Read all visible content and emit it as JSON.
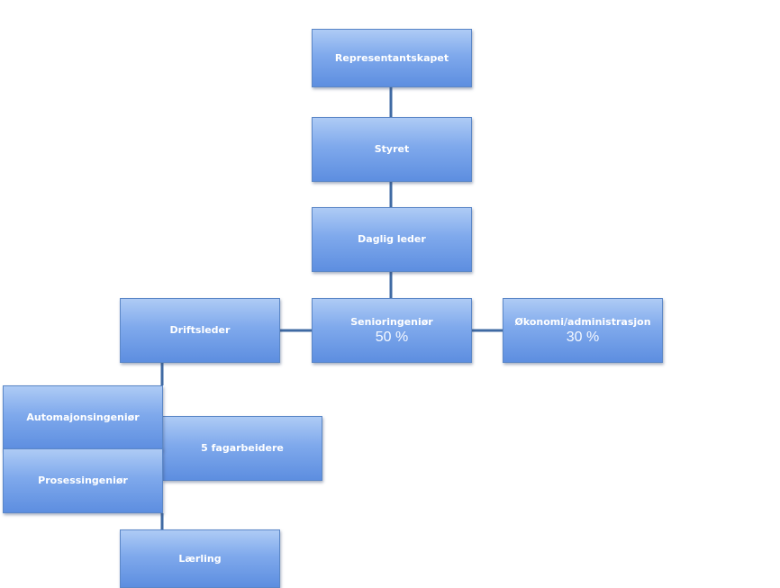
{
  "org_chart": {
    "nodes": {
      "representantskapet": {
        "label": "Representantskapet"
      },
      "styret": {
        "label": "Styret"
      },
      "daglig_leder": {
        "label": "Daglig leder"
      },
      "driftsleder": {
        "label": "Driftsleder"
      },
      "senioringenior": {
        "label": "Senioringeniør",
        "sub": "50 %"
      },
      "okonomi": {
        "label": "Økonomi/administrasjon",
        "sub": "30 %"
      },
      "automasjon": {
        "label": "Automajonsingeniør"
      },
      "fagarbeidere": {
        "label": "5 fagarbeidere"
      },
      "prosess": {
        "label": "Prosessingeniør"
      },
      "laerling": {
        "label": "Lærling"
      }
    },
    "colors": {
      "box_top": "#aecbf5",
      "box_bottom": "#5d8ee0",
      "box_border": "#5b87c7",
      "connector": "#3f6aa3",
      "text": "#ffffff"
    }
  }
}
